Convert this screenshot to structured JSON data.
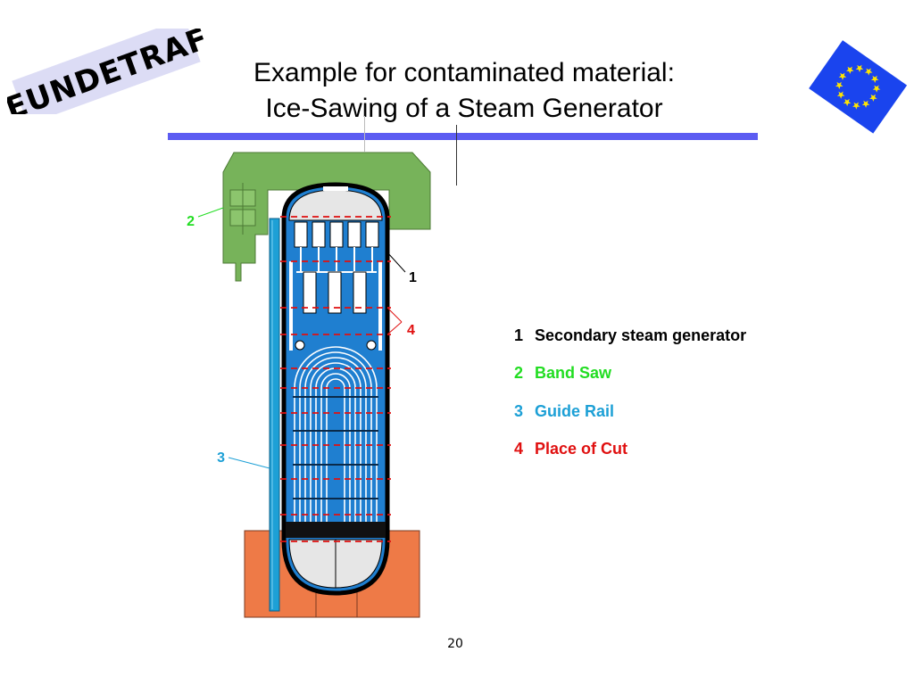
{
  "logo": {
    "text": "EUNDETRAF"
  },
  "title": {
    "line1": "Example for contaminated material:",
    "line2": "Ice-Sawing of a Steam Generator"
  },
  "diagram_labels": [
    {
      "id": "label-1",
      "text": "1",
      "color": "#000000"
    },
    {
      "id": "label-2",
      "text": "2",
      "color": "#22dd22"
    },
    {
      "id": "label-3",
      "text": "3",
      "color": "#1da0d6"
    },
    {
      "id": "label-4",
      "text": "4",
      "color": "#e01010"
    }
  ],
  "legend": {
    "items": [
      {
        "number": "1",
        "label": "Secondary steam generator",
        "color": "#000000"
      },
      {
        "number": "2",
        "label": "Band Saw",
        "color": "#22dd22"
      },
      {
        "number": "3",
        "label": "Guide Rail",
        "color": "#1da0d6"
      },
      {
        "number": "4",
        "label": "Place of Cut",
        "color": "#e01010"
      }
    ]
  },
  "colors": {
    "title_rule": "#5c5cf2",
    "saw": "#77b35a",
    "vessel": "#1f7fd0",
    "rail": "#1da0d6",
    "base": "#ee7a47",
    "cut_line": "#e01010",
    "flag_blue": "#1a44ee",
    "flag_star": "#ffe400"
  },
  "page_number": "20"
}
